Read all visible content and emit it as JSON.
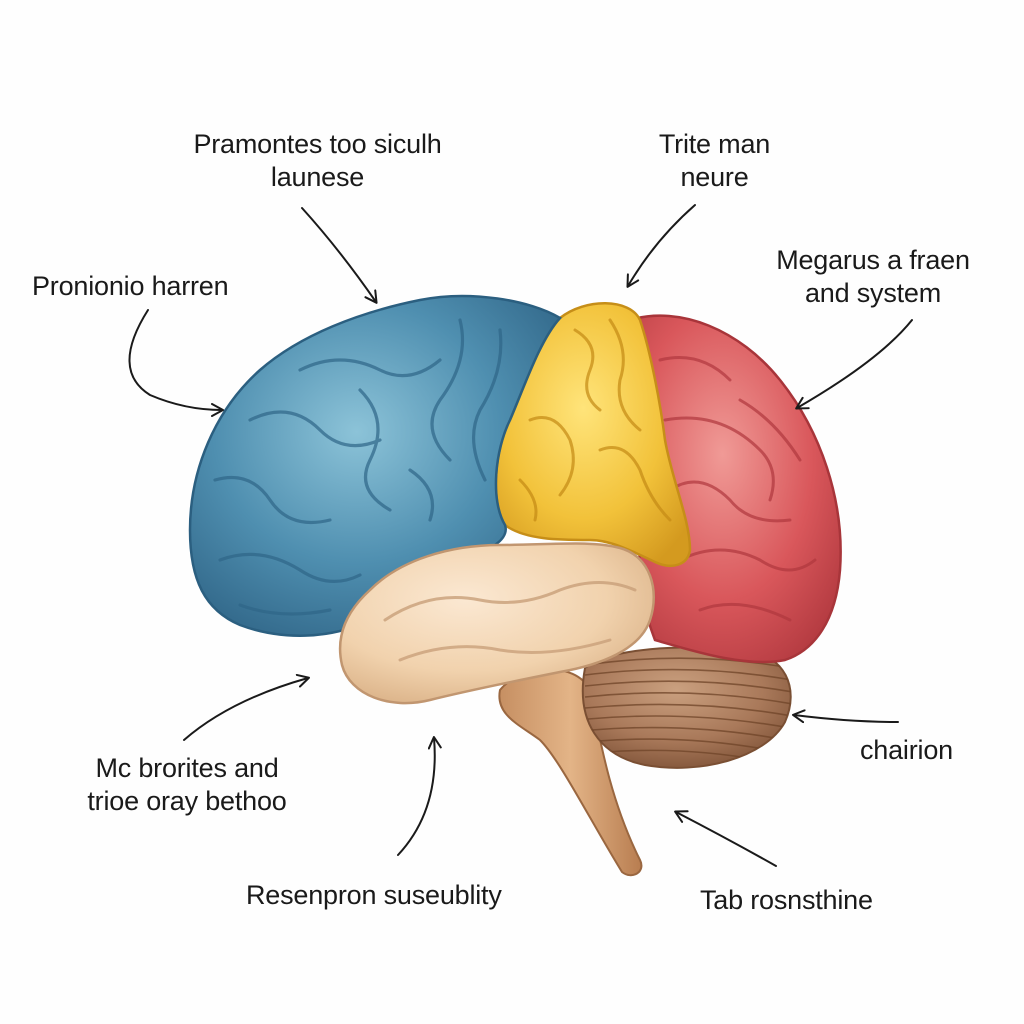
{
  "labels": {
    "top_left": {
      "line1": "Pramontes too siculh",
      "line2": "launese"
    },
    "top_right": {
      "line1": "Trite man",
      "line2": "neure"
    },
    "left": {
      "line1": "Pronionio harren"
    },
    "right_upper": {
      "line1": "Megarus a fraen",
      "line2": "and system"
    },
    "right_mid": {
      "line1": "chairion"
    },
    "bottom_left": {
      "line1": "Mc brorites and",
      "line2": "trioe oray bethoo"
    },
    "bottom_center": {
      "line1": "Resenpron suseublity"
    },
    "bottom_right": {
      "line1": "Tab rosnsthine"
    }
  },
  "colors": {
    "frontal": "#4f8fb0",
    "parietal": "#f2c23a",
    "occipital": "#d9575b",
    "temporal": "#f1d2ad",
    "cerebellum": "#a9795a",
    "brainstem": "#d9a577",
    "arrow": "#1a1a1a"
  }
}
